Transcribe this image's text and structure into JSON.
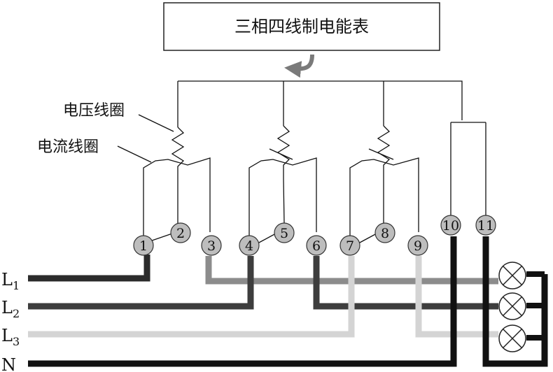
{
  "meter": {
    "title": "三相四线制电能表"
  },
  "labels": {
    "voltage_coil": "电压线圈",
    "current_coil": "电流线圈"
  },
  "lines": [
    {
      "id": "L1",
      "letter": "L",
      "sub": "1"
    },
    {
      "id": "L2",
      "letter": "L",
      "sub": "2"
    },
    {
      "id": "L3",
      "letter": "L",
      "sub": "3"
    },
    {
      "id": "N",
      "letter": "N",
      "sub": ""
    }
  ],
  "terminals": [
    "1",
    "2",
    "3",
    "4",
    "5",
    "6",
    "7",
    "8",
    "9",
    "10",
    "11"
  ],
  "colors": {
    "L1": "#2b2b2b",
    "L2": "#3d3d3d",
    "L3": "#d4d4d4",
    "L1_load": "#8c8c8c",
    "N": "#111111",
    "terminal_fill": "#bdbdbd",
    "arrow": "#7a7a7a"
  },
  "icons": {
    "lamp": "lamp-icon",
    "arrow": "curved-arrow-icon"
  }
}
